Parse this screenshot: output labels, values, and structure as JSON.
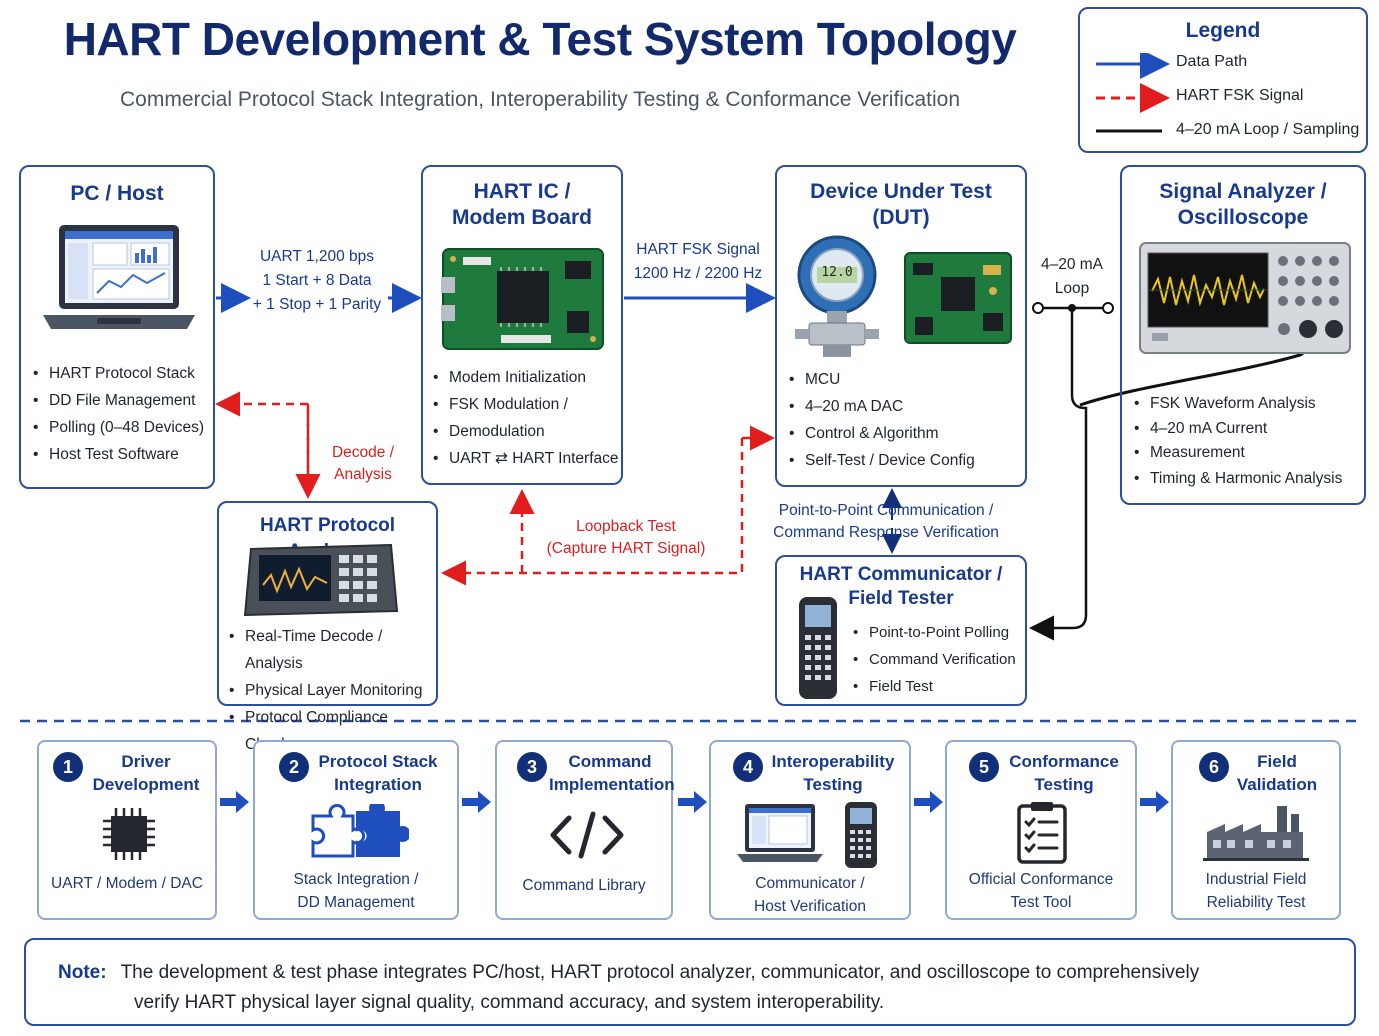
{
  "header": {
    "title": "HART Development & Test System Topology",
    "subtitle": "Commercial Protocol Stack Integration, Interoperability Testing & Conformance Verification"
  },
  "legend": {
    "title": "Legend",
    "items": [
      {
        "label": "Data Path",
        "color": "#1f4fbf",
        "style": "solid-arrow"
      },
      {
        "label": "HART FSK Signal",
        "color": "#e11d1d",
        "style": "dashed-arrow"
      },
      {
        "label": "4–20 mA Loop / Sampling",
        "color": "#111111",
        "style": "solid-line"
      }
    ]
  },
  "nodes": {
    "pc": {
      "title": "PC / Host",
      "items": [
        "HART Protocol Stack",
        "DD File Management",
        "Polling (0–48 Devices)",
        "Host Test Software"
      ]
    },
    "modem": {
      "title_line1": "HART IC /",
      "title_line2": "Modem Board",
      "items": [
        "Modem Initialization",
        "FSK Modulation /",
        "Demodulation",
        "UART ⇄ HART Interface"
      ]
    },
    "dut": {
      "title_line1": "Device Under Test",
      "title_line2": "(DUT)",
      "display": "12.0",
      "items": [
        "MCU",
        "4–20 mA DAC",
        "Control & Algorithm",
        "Self-Test / Device Config"
      ]
    },
    "scope": {
      "title_line1": "Signal Analyzer /",
      "title_line2": "Oscilloscope",
      "items": [
        "FSK Waveform Analysis",
        "4–20 mA Current",
        "Measurement",
        "Timing & Harmonic Analysis"
      ]
    },
    "analyzer": {
      "title": "HART Protocol Analyzer",
      "items": [
        "Real-Time Decode / Analysis",
        "Physical Layer Monitoring",
        "Protocol Compliance Check"
      ]
    },
    "communicator": {
      "title_line1": "HART Communicator /",
      "title_line2": "Field Tester",
      "items": [
        "Point-to-Point Polling",
        "Command Verification",
        "Field Test"
      ]
    }
  },
  "edges": {
    "uart": [
      "UART 1,200 bps",
      "1 Start + 8 Data",
      "+ 1 Stop + 1 Parity"
    ],
    "fsk": [
      "HART FSK Signal",
      "1200 Hz / 2200 Hz"
    ],
    "loop": [
      "4–20 mA",
      "Loop"
    ],
    "decode": [
      "Decode /",
      "Analysis"
    ],
    "loopback": [
      "Loopback Test",
      "(Capture HART Signal)"
    ],
    "p2p": [
      "Point-to-Point Communication /",
      "Command Response Verification"
    ]
  },
  "steps": [
    {
      "num": "1",
      "title_line1": "Driver",
      "title_line2": "Development",
      "icon": "chip-icon",
      "sub_line1": "UART / Modem / DAC",
      "sub_line2": ""
    },
    {
      "num": "2",
      "title_line1": "Protocol Stack",
      "title_line2": "Integration",
      "icon": "puzzle-icon",
      "sub_line1": "Stack Integration /",
      "sub_line2": "DD Management"
    },
    {
      "num": "3",
      "title_line1": "Command",
      "title_line2": "Implementation",
      "icon": "code-icon",
      "sub_line1": "Command Library",
      "sub_line2": ""
    },
    {
      "num": "4",
      "title_line1": "Interoperability",
      "title_line2": "Testing",
      "icon": "laptop-handheld-icon",
      "sub_line1": "Communicator /",
      "sub_line2": "Host Verification"
    },
    {
      "num": "5",
      "title_line1": "Conformance",
      "title_line2": "Testing",
      "icon": "checklist-icon",
      "sub_line1": "Official Conformance",
      "sub_line2": "Test Tool"
    },
    {
      "num": "6",
      "title_line1": "Field",
      "title_line2": "Validation",
      "icon": "factory-icon",
      "sub_line1": "Industrial Field",
      "sub_line2": "Reliability Test"
    }
  ],
  "note": {
    "label": "Note:",
    "line1": "The development & test phase integrates PC/host, HART protocol analyzer, communicator, and oscilloscope to comprehensively",
    "line2": "verify HART physical layer signal quality, command accuracy, and system interoperability."
  }
}
